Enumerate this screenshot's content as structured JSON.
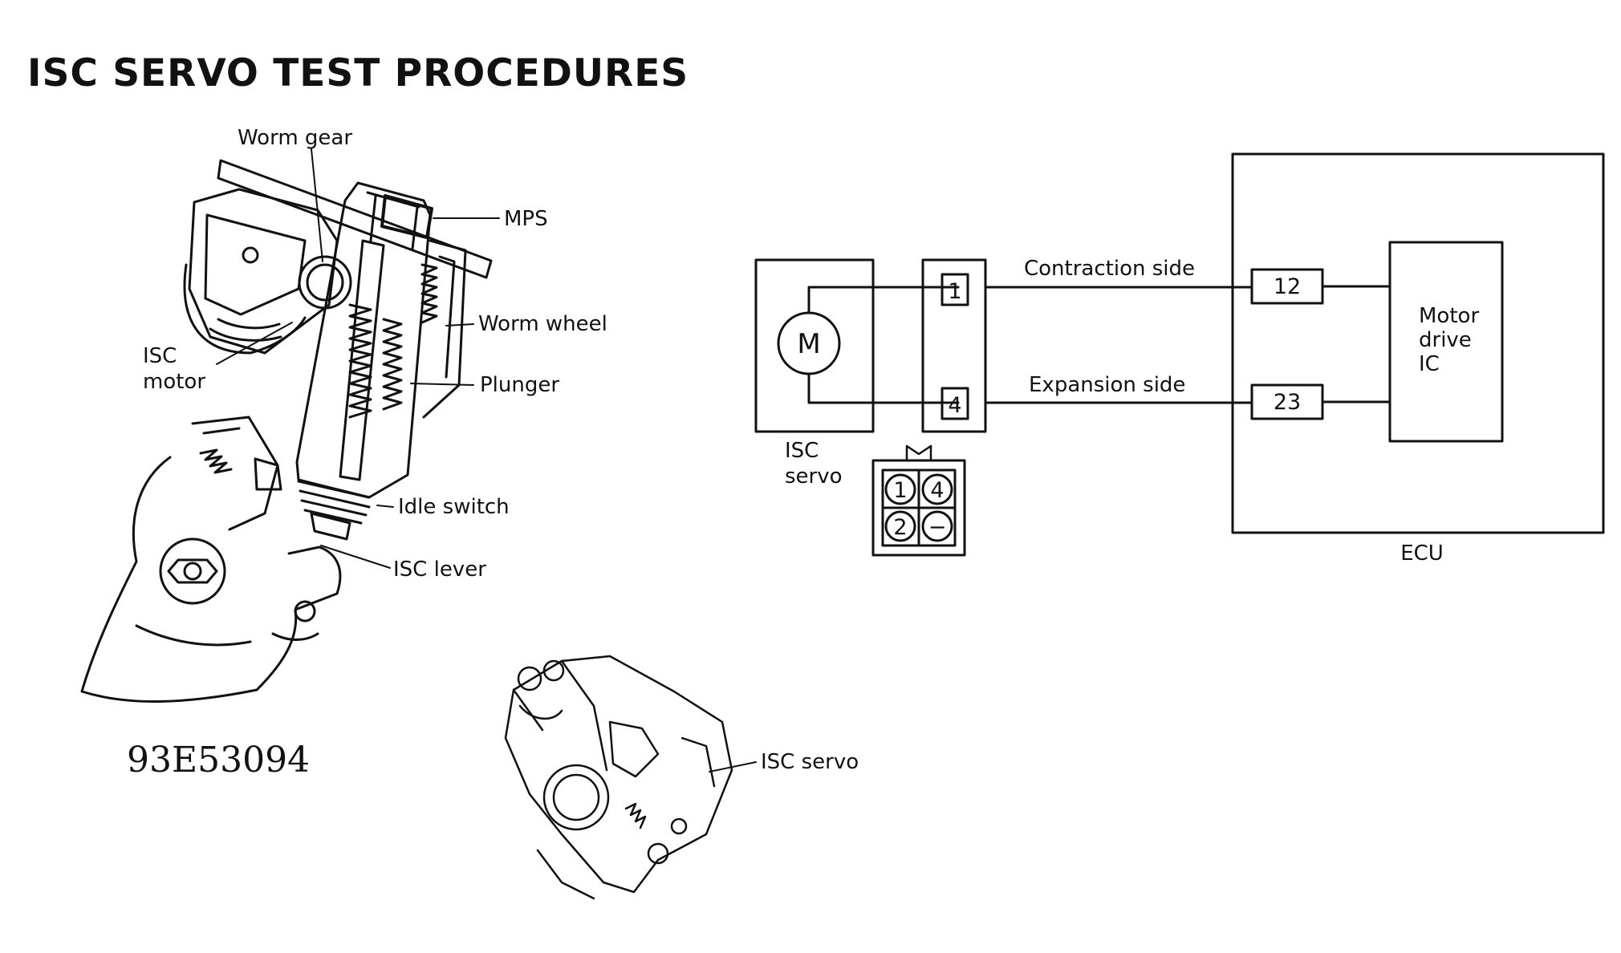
{
  "title": "ISC SERVO TEST PROCEDURES",
  "figure_number": "93E53094",
  "cutaway_labels": {
    "worm_gear": "Worm gear",
    "mps": "MPS",
    "worm_wheel": "Worm wheel",
    "isc_motor_line1": "ISC",
    "isc_motor_line2": "motor",
    "plunger": "Plunger",
    "idle_switch": "Idle switch",
    "isc_lever": "ISC lever"
  },
  "throttle_body_label": "ISC servo",
  "wiring": {
    "motor_symbol": "M",
    "servo_label_line1": "ISC",
    "servo_label_line2": "servo",
    "connector_pin_top": "1",
    "connector_pin_bottom": "4",
    "contraction_side": "Contraction side",
    "expansion_side": "Expansion side",
    "ecu_pin_top": "12",
    "ecu_pin_bottom": "23",
    "ic_line1": "Motor",
    "ic_line2": "drive",
    "ic_line3": "IC",
    "ecu_label": "ECU",
    "face_pins": [
      "1",
      "4",
      "2",
      "−"
    ],
    "face_key": "M"
  }
}
